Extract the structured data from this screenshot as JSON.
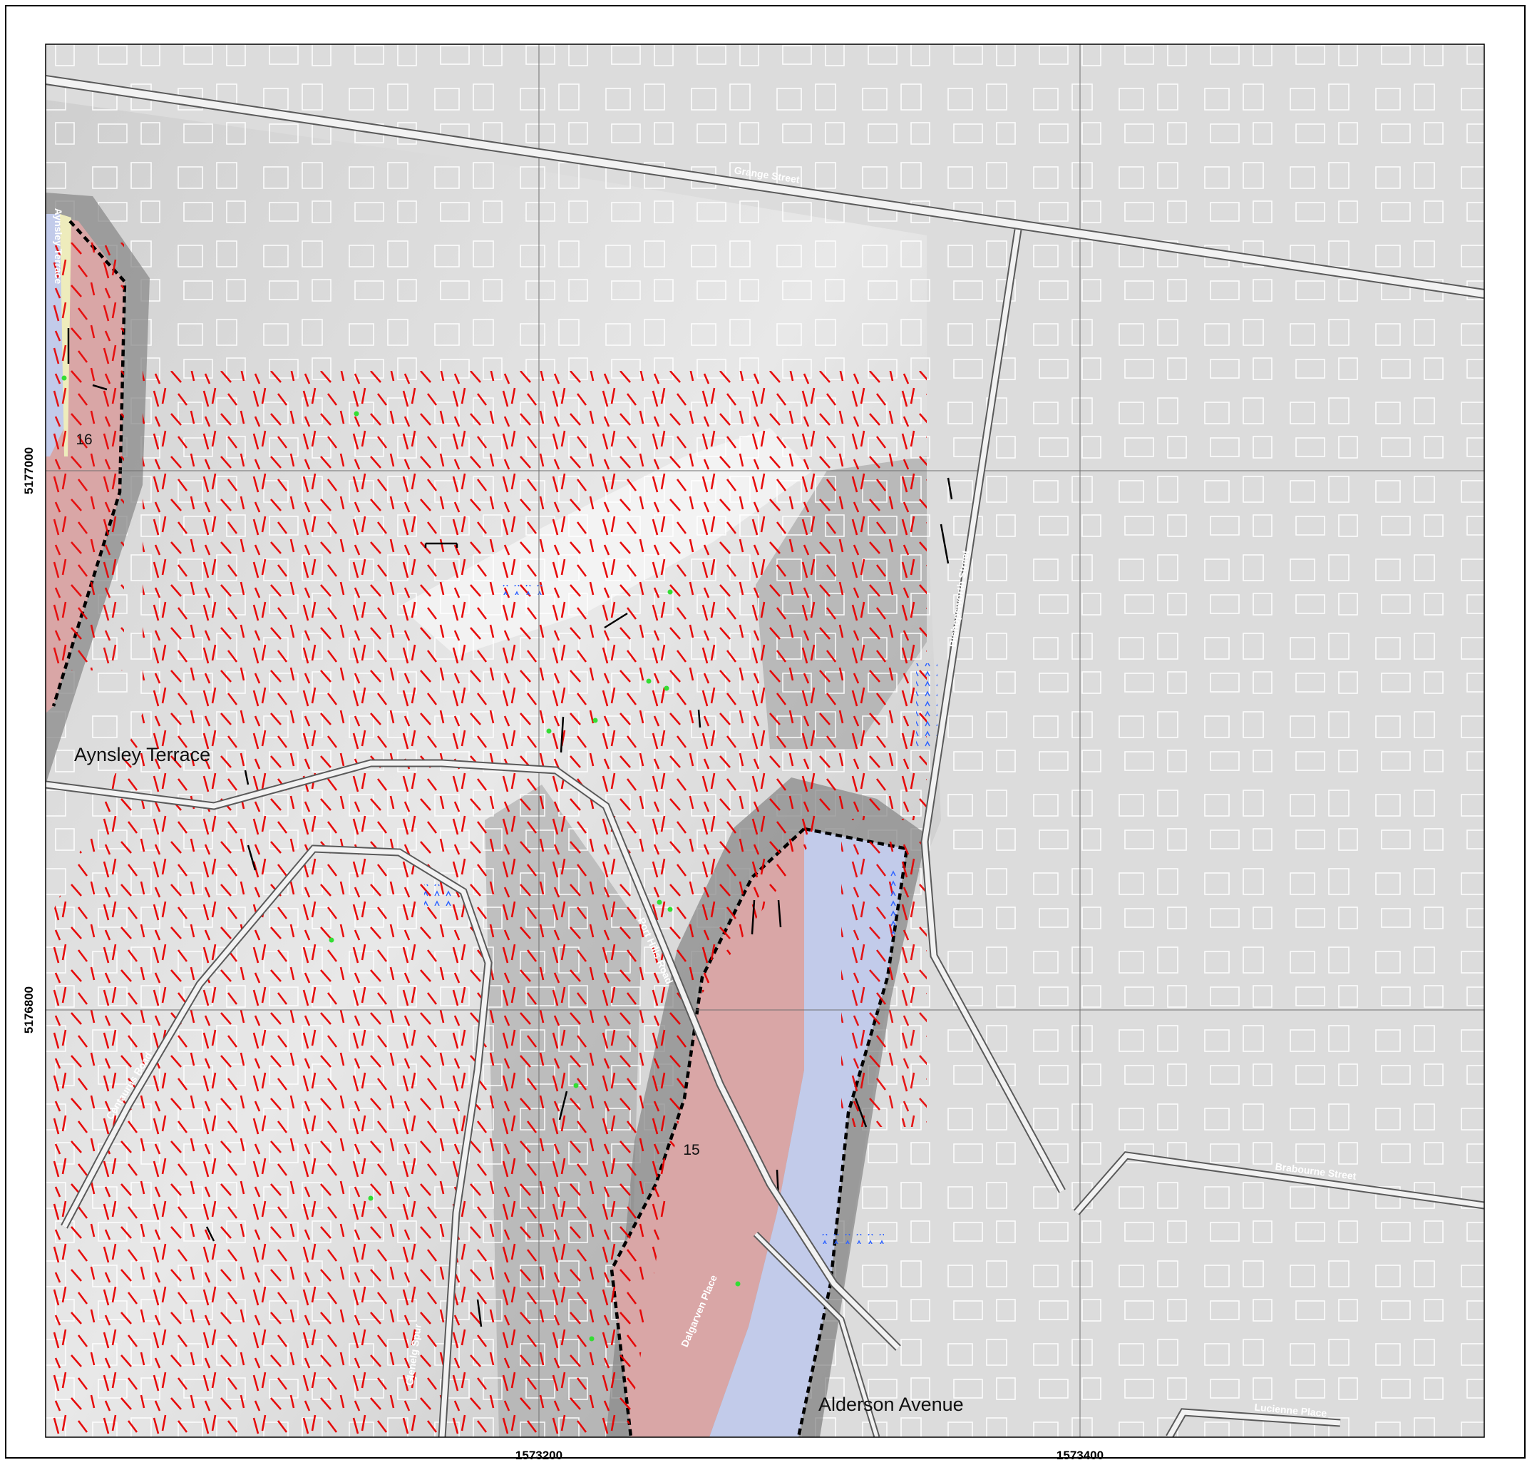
{
  "map": {
    "coordinates": {
      "easting": [
        "1573200",
        "1573400"
      ],
      "northing": [
        "5177000",
        "5176800"
      ]
    },
    "places": {
      "aynsley_terrace": "Aynsley Terrace",
      "alderson_avenue": "Alderson Avenue"
    },
    "zones": [
      "16",
      "15"
    ],
    "roads": {
      "grange_street": "Grange Street",
      "bishopsworth_street": "Bishopsworth Street",
      "port_hills_road": "Port Hills Road",
      "centaurus_road": "Centaurus Road",
      "glenelg_spur": "Glenelg Spur",
      "dalgarven_place": "Dalgarven Place",
      "brabourne_street": "Brabourne Street",
      "lucienne_place": "Lucienne Place",
      "aynsley_terrace_road": "Aynsley Terrace"
    },
    "colors": {
      "hillshade": "#d6d6d6",
      "flat": "#dcdcdc",
      "zone_red": "#d9a6a6",
      "zone_blue": "#c2cbea",
      "buffer": "#808080",
      "crack_lines": "#e60000",
      "blue_marks": "#3366ff",
      "green_points": "#33dd33",
      "building_outlines": "#ffffff"
    }
  }
}
